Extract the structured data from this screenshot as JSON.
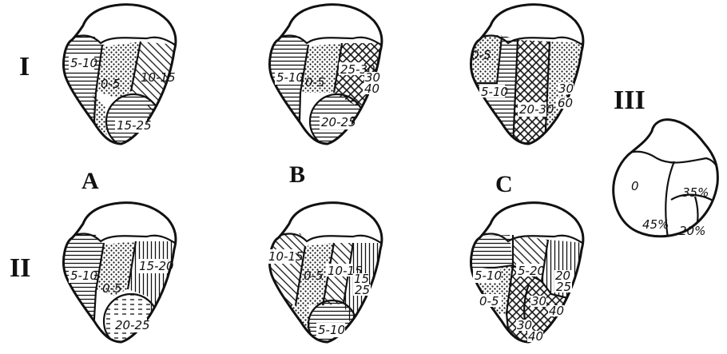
{
  "row_labels": {
    "row1": "I",
    "row2": "II",
    "row3": "III"
  },
  "column_labels": {
    "a": "A",
    "b": "B",
    "c": "C"
  },
  "panels": {
    "I-A": {
      "zones": [
        "5-10",
        "0-5",
        "10-15",
        "15-25"
      ]
    },
    "I-B": {
      "zones": [
        "5-10",
        "0-5",
        "25-30",
        "30",
        "40",
        "20-25"
      ]
    },
    "I-C": {
      "zones": [
        "0-5",
        "5-10",
        "20-30",
        "30",
        "60"
      ]
    },
    "II-A": {
      "zones": [
        "5-10",
        "0-5",
        "15-20",
        "20-25"
      ]
    },
    "II-B": {
      "zones": [
        "10-15",
        "0-5",
        "10-15",
        "15",
        "25",
        "5-10"
      ]
    },
    "II-C": {
      "zones": [
        "5-10",
        "5-20",
        "20",
        "25",
        "0-5",
        "30",
        "40",
        "30",
        "40"
      ]
    },
    "III": {
      "zones": [
        "0",
        "35%",
        "45%",
        "20%"
      ]
    }
  },
  "patterns": [
    "horizontal-lines",
    "dots",
    "diagonal-lines",
    "crosshatch",
    "vertical-lines",
    "dashes",
    "blank"
  ]
}
